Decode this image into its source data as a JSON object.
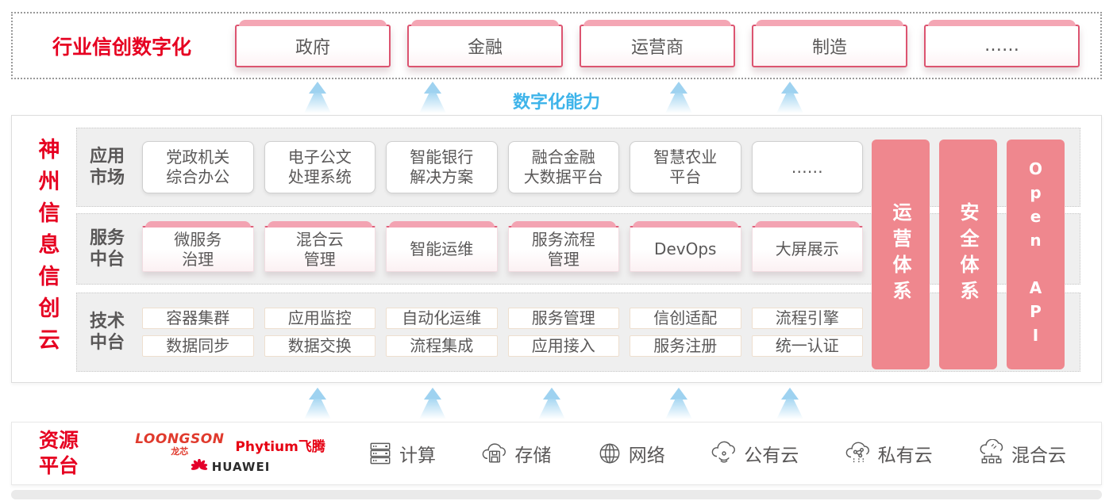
{
  "banner": {
    "title": "行业信创数字化",
    "items": [
      "政府",
      "金融",
      "运营商",
      "制造",
      "……"
    ]
  },
  "capability_label": "数字化能力",
  "platform": {
    "vertical_title": "神州信息信创云",
    "rows": [
      {
        "label": "应用\n市场",
        "boxes": [
          "党政机关\n综合办公",
          "电子公文\n处理系统",
          "智能银行\n解决方案",
          "融合金融\n大数据平台",
          "智慧农业\n平台",
          "……"
        ]
      },
      {
        "label": "服务\n中台",
        "boxes": [
          "微服务\n治理",
          "混合云\n管理",
          "智能运维",
          "服务流程\n管理",
          "DevOps",
          "大屏展示"
        ]
      },
      {
        "label": "技术\n中台",
        "boxes_top": [
          "容器集群",
          "应用监控",
          "自动化运维",
          "服务管理",
          "信创适配",
          "流程引擎"
        ],
        "boxes_bottom": [
          "数据同步",
          "数据交换",
          "流程集成",
          "应用接入",
          "服务注册",
          "统一认证"
        ]
      }
    ],
    "side_bars": [
      "运营体系",
      "安全体系",
      "Open API"
    ]
  },
  "resources": {
    "label": "资源\n平台",
    "vendors": [
      {
        "name": "LOONGSON",
        "sub": "龙芯"
      },
      {
        "name": "Phytium飞腾"
      },
      {
        "name": "HUAWEI"
      }
    ],
    "items": [
      {
        "icon": "compute-icon",
        "label": "计算"
      },
      {
        "icon": "storage-icon",
        "label": "存储"
      },
      {
        "icon": "network-icon",
        "label": "网络"
      },
      {
        "icon": "public-cloud-icon",
        "label": "公有云"
      },
      {
        "icon": "private-cloud-icon",
        "label": "私有云"
      },
      {
        "icon": "hybrid-cloud-icon",
        "label": "混合云"
      }
    ]
  },
  "colors": {
    "accent_red": "#e60021",
    "box_border_red": "#dc5470",
    "cap_pink": "#f4a6b4",
    "side_bar_pink": "#ef878e",
    "capability_blue": "#3eb4ea",
    "text_gray": "#595757",
    "row_bg_gray": "#efefef"
  }
}
